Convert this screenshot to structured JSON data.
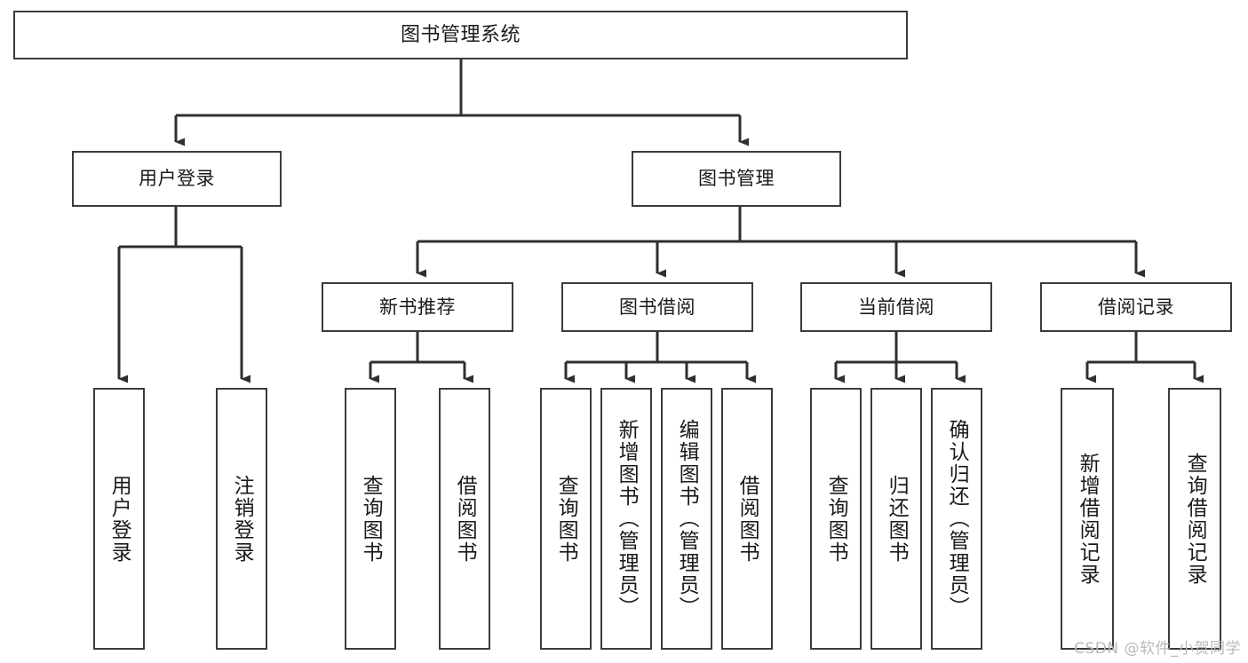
{
  "diagram": {
    "title": "图书管理系统",
    "watermark": "CSDN @软件_小贺同学",
    "colors": {
      "box_border": "#3b3b3b",
      "box_fill": "#ffffff",
      "edge": "#2f2f2f",
      "text": "#1a1a1a",
      "watermark": "#b9b9b9",
      "background": "#ffffff"
    },
    "root": {
      "label": "图书管理系统"
    },
    "level1": [
      {
        "label": "用户登录"
      },
      {
        "label": "图书管理"
      }
    ],
    "level2": [
      {
        "label": "新书推荐"
      },
      {
        "label": "图书借阅"
      },
      {
        "label": "当前借阅"
      },
      {
        "label": "借阅记录"
      }
    ],
    "leaves": {
      "user_login": [
        {
          "label": "用户登录"
        },
        {
          "label": "注销登录"
        }
      ],
      "new_book_recommend": [
        {
          "label": "查询图书"
        },
        {
          "label": "借阅图书"
        }
      ],
      "book_borrow": [
        {
          "label": "查询图书"
        },
        {
          "label": "新增图书（管理员）"
        },
        {
          "label": "编辑图书（管理员）"
        },
        {
          "label": "借阅图书"
        }
      ],
      "current_borrow": [
        {
          "label": "查询图书"
        },
        {
          "label": "归还图书"
        },
        {
          "label": "确认归还（管理员）"
        }
      ],
      "borrow_record": [
        {
          "label": "新增借阅记录"
        },
        {
          "label": "查询借阅记录"
        }
      ]
    }
  }
}
